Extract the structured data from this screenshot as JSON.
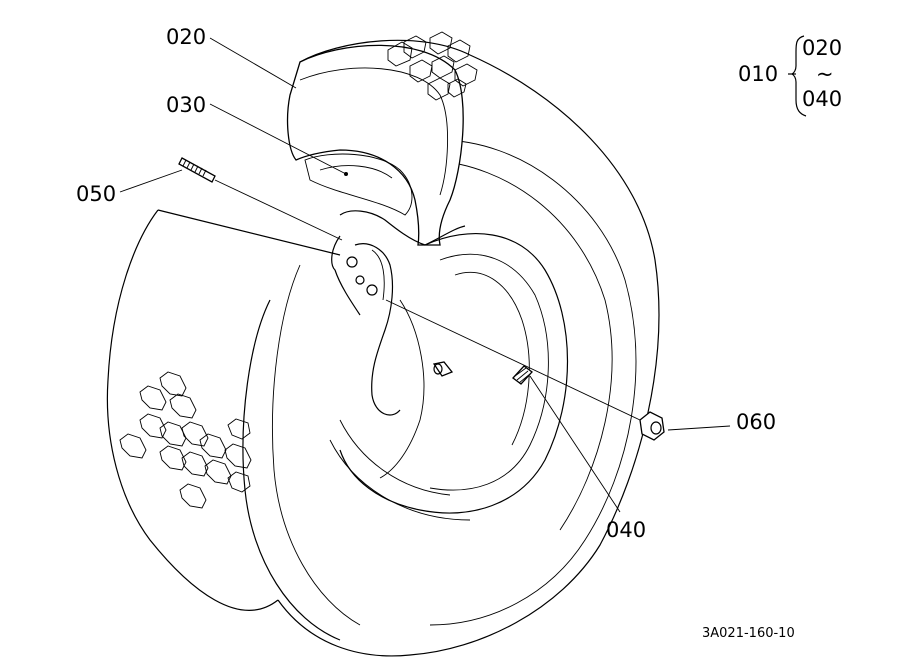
{
  "diagram": {
    "part_labels": {
      "p020": "020",
      "p030": "030",
      "p050": "050",
      "p060": "060",
      "p040": "040"
    },
    "assembly": {
      "code": "010",
      "range_start": "020",
      "range_sep": "~",
      "range_end": "040"
    },
    "drawing_number": "3A021-160-10"
  },
  "colors": {
    "line": "#000000",
    "background": "#ffffff"
  }
}
